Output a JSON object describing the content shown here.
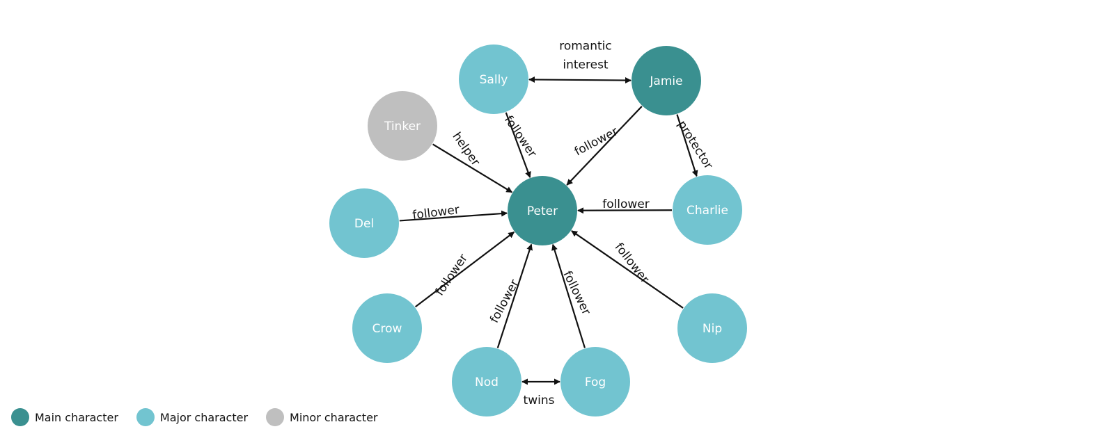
{
  "colors": {
    "main": "#3a9090",
    "major": "#72c4d0",
    "minor": "#bfbfbf",
    "edge": "#111111",
    "node_text": "#ffffff"
  },
  "nodes": [
    {
      "id": "peter",
      "label": "Peter",
      "role": "main"
    },
    {
      "id": "sally",
      "label": "Sally",
      "role": "major"
    },
    {
      "id": "jamie",
      "label": "Jamie",
      "role": "main"
    },
    {
      "id": "tinker",
      "label": "Tinker",
      "role": "minor"
    },
    {
      "id": "charlie",
      "label": "Charlie",
      "role": "major"
    },
    {
      "id": "del",
      "label": "Del",
      "role": "major"
    },
    {
      "id": "crow",
      "label": "Crow",
      "role": "major"
    },
    {
      "id": "nip",
      "label": "Nip",
      "role": "major"
    },
    {
      "id": "nod",
      "label": "Nod",
      "role": "major"
    },
    {
      "id": "fog",
      "label": "Fog",
      "role": "major"
    }
  ],
  "edges": [
    {
      "from": "sally",
      "to": "jamie",
      "label_lines": [
        "romantic",
        "interest"
      ],
      "bidirectional": true
    },
    {
      "from": "sally",
      "to": "peter",
      "label_lines": [
        "follower"
      ],
      "bidirectional": false
    },
    {
      "from": "jamie",
      "to": "peter",
      "label_lines": [
        "follower"
      ],
      "bidirectional": false
    },
    {
      "from": "jamie",
      "to": "charlie",
      "label_lines": [
        "protector"
      ],
      "bidirectional": false
    },
    {
      "from": "tinker",
      "to": "peter",
      "label_lines": [
        "helper"
      ],
      "bidirectional": false
    },
    {
      "from": "del",
      "to": "peter",
      "label_lines": [
        "follower"
      ],
      "bidirectional": false
    },
    {
      "from": "charlie",
      "to": "peter",
      "label_lines": [
        "follower"
      ],
      "bidirectional": false
    },
    {
      "from": "crow",
      "to": "peter",
      "label_lines": [
        "follower"
      ],
      "bidirectional": false
    },
    {
      "from": "nip",
      "to": "peter",
      "label_lines": [
        "follower"
      ],
      "bidirectional": false
    },
    {
      "from": "nod",
      "to": "peter",
      "label_lines": [
        "follower"
      ],
      "bidirectional": false
    },
    {
      "from": "fog",
      "to": "peter",
      "label_lines": [
        "follower"
      ],
      "bidirectional": false
    },
    {
      "from": "nod",
      "to": "fog",
      "label_lines": [
        "twins"
      ],
      "bidirectional": true
    }
  ],
  "legend": [
    {
      "label": "Main character",
      "role": "main"
    },
    {
      "label": "Major character",
      "role": "major"
    },
    {
      "label": "Minor character",
      "role": "minor"
    }
  ]
}
